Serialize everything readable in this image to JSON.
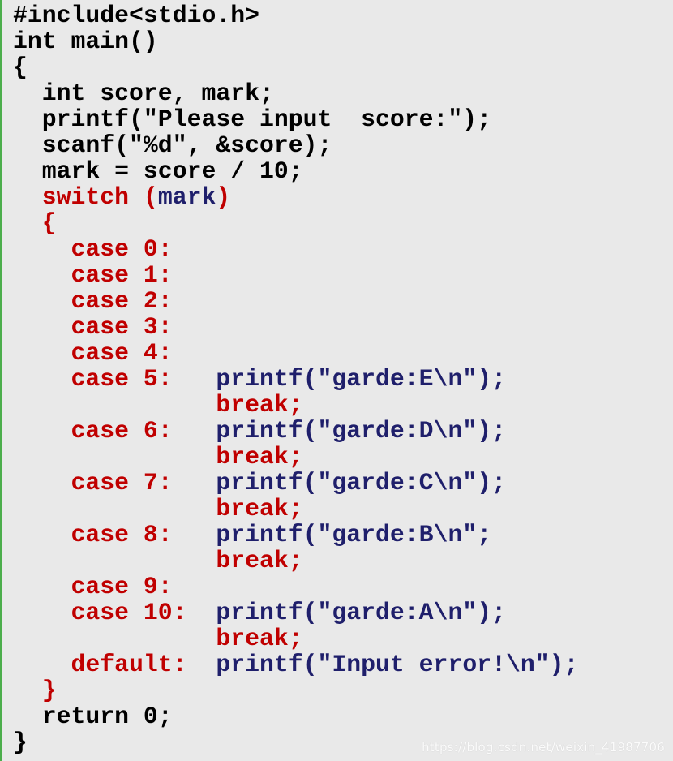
{
  "colors": {
    "background": "#e9e9e9",
    "default_text": "#000000",
    "keyword_red": "#c00000",
    "call_navy": "#1f1f6b",
    "left_rule_green": "#4cae4c"
  },
  "code": {
    "lines": [
      [
        {
          "t": "#include<stdio.h>",
          "c": "black"
        }
      ],
      [
        {
          "t": "int main()",
          "c": "black"
        }
      ],
      [
        {
          "t": "{",
          "c": "black"
        }
      ],
      [
        {
          "t": "  int score, mark;",
          "c": "black"
        }
      ],
      [
        {
          "t": "  printf(\"Please input  score:\");",
          "c": "black"
        }
      ],
      [
        {
          "t": "  scanf(\"%d\", &score);",
          "c": "black"
        }
      ],
      [
        {
          "t": "  mark = score / 10;",
          "c": "black"
        }
      ],
      [
        {
          "t": "  switch (",
          "c": "red"
        },
        {
          "t": "mark",
          "c": "navy"
        },
        {
          "t": ")",
          "c": "red"
        }
      ],
      [
        {
          "t": "  {",
          "c": "red"
        }
      ],
      [
        {
          "t": "    case 0:",
          "c": "red"
        }
      ],
      [
        {
          "t": "    case 1:",
          "c": "red"
        }
      ],
      [
        {
          "t": "    case 2:",
          "c": "red"
        }
      ],
      [
        {
          "t": "    case 3:",
          "c": "red"
        }
      ],
      [
        {
          "t": "    case 4:",
          "c": "red"
        }
      ],
      [
        {
          "t": "    case 5:   ",
          "c": "red"
        },
        {
          "t": "printf(\"garde:E\\n\");",
          "c": "navy"
        }
      ],
      [
        {
          "t": "              break;",
          "c": "red"
        }
      ],
      [
        {
          "t": "    case 6:   ",
          "c": "red"
        },
        {
          "t": "printf(\"garde:D\\n\");",
          "c": "navy"
        }
      ],
      [
        {
          "t": "              break;",
          "c": "red"
        }
      ],
      [
        {
          "t": "    case 7:   ",
          "c": "red"
        },
        {
          "t": "printf(\"garde:C\\n\");",
          "c": "navy"
        }
      ],
      [
        {
          "t": "              break;",
          "c": "red"
        }
      ],
      [
        {
          "t": "    case 8:   ",
          "c": "red"
        },
        {
          "t": "printf(\"garde:B\\n\";",
          "c": "navy"
        }
      ],
      [
        {
          "t": "              break;",
          "c": "red"
        }
      ],
      [
        {
          "t": "    case 9:",
          "c": "red"
        }
      ],
      [
        {
          "t": "    case 10:  ",
          "c": "red"
        },
        {
          "t": "printf(\"garde:A\\n\");",
          "c": "navy"
        }
      ],
      [
        {
          "t": "              break;",
          "c": "red"
        }
      ],
      [
        {
          "t": "    default:  ",
          "c": "red"
        },
        {
          "t": "printf(\"Input error!\\n\");",
          "c": "navy"
        }
      ],
      [
        {
          "t": "  }",
          "c": "red"
        }
      ],
      [
        {
          "t": "  return 0;",
          "c": "black"
        }
      ],
      [
        {
          "t": "}",
          "c": "black"
        }
      ]
    ]
  },
  "watermark": {
    "text": "https://blog.csdn.net/weixin_41987706"
  }
}
